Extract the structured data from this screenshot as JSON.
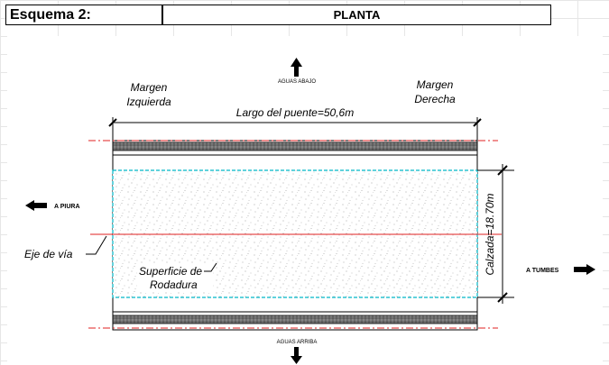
{
  "header": {
    "scheme_label": "Esquema 2:",
    "view_title": "PLANTA"
  },
  "labels": {
    "aguas_abajo": "AGUAS ABAJO",
    "aguas_arriba": "AGUAS ARRIBA",
    "margen_izquierda_1": "Margen",
    "margen_izquierda_2": "Izquierda",
    "margen_derecha_1": "Margen",
    "margen_derecha_2": "Derecha",
    "largo_puente": "Largo del puente=50,6m",
    "a_piura": "A PIURA",
    "a_tumbes": "A TUMBES",
    "eje_via": "Eje de vía",
    "superficie_1": "Superficie de",
    "superficie_2": "Rodadura",
    "calzada": "Calzada=18.70m"
  },
  "colors": {
    "axis_red": "#e02020",
    "limit_cyan": "#00b8c8",
    "line": "#000000"
  }
}
